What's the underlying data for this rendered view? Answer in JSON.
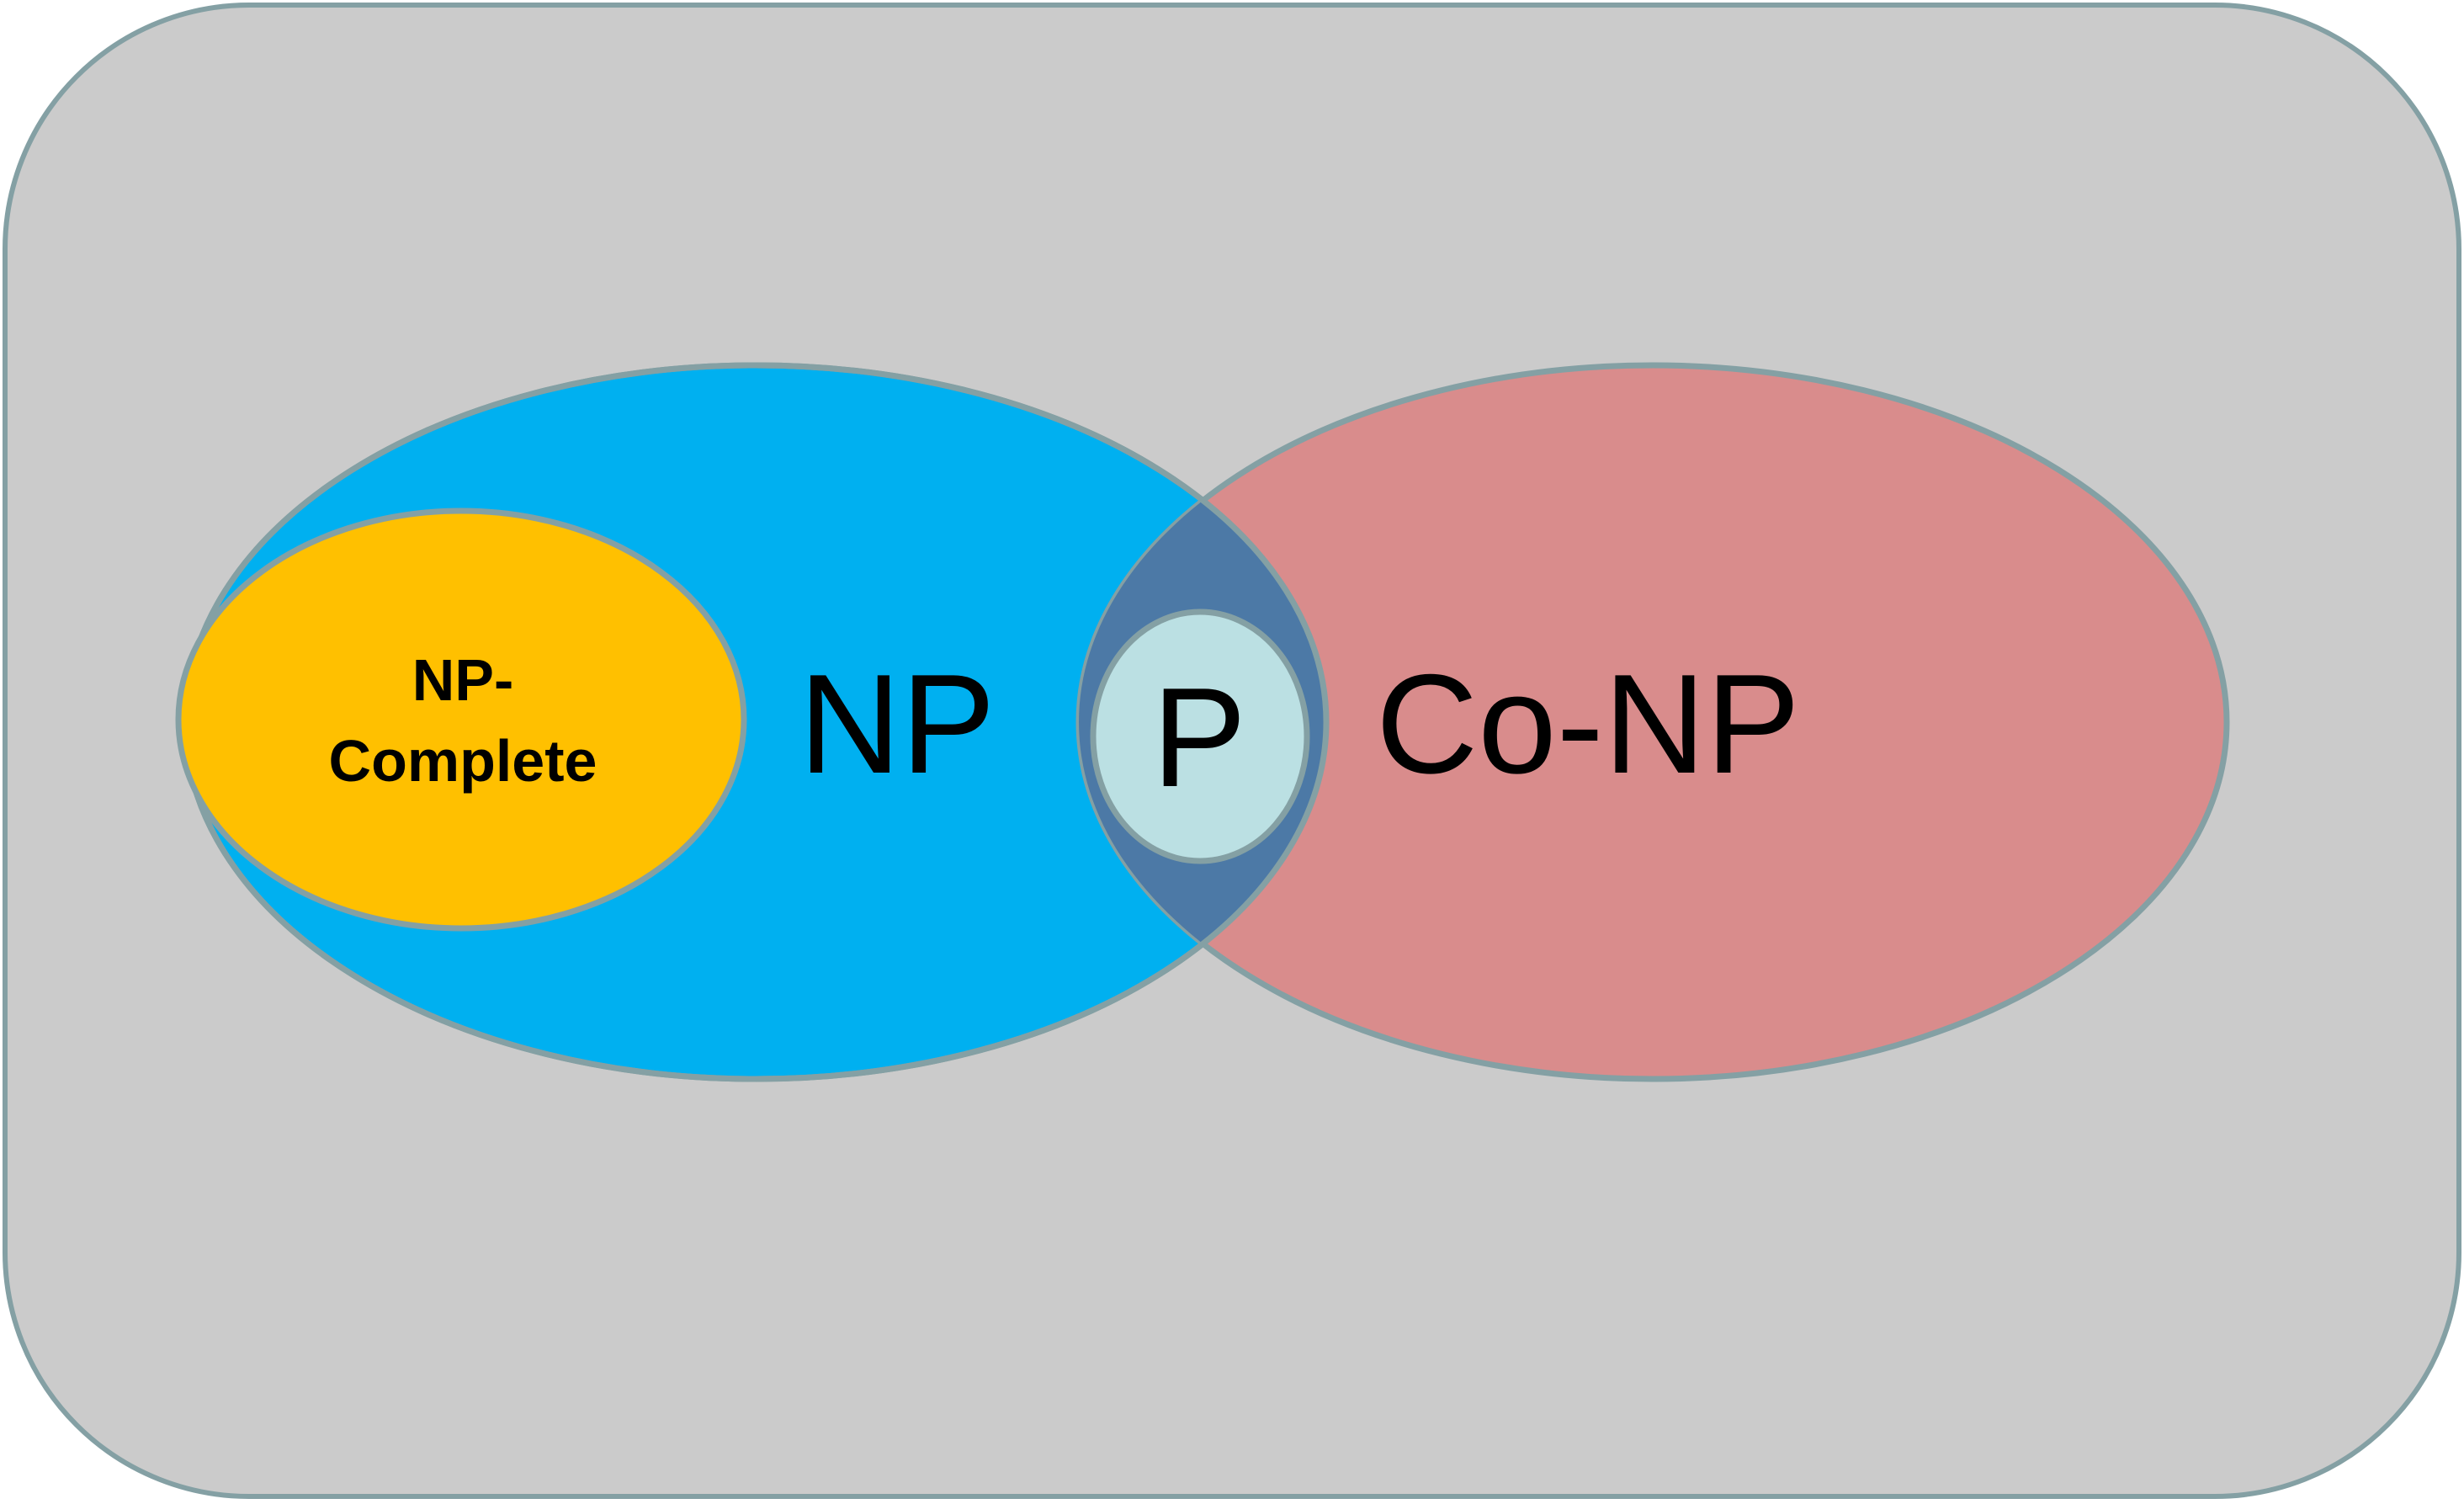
{
  "diagram": {
    "type": "venn",
    "sets": {
      "np": {
        "label": "NP",
        "color": "#00B0F0"
      },
      "co_np": {
        "label": "Co-NP",
        "color": "#D98C8C"
      },
      "np_complete": {
        "label_line1": "NP-",
        "label_line2": "Complete",
        "color": "#FFC000"
      },
      "p": {
        "label": "P",
        "color": "#BBE0E3"
      }
    },
    "colors": {
      "background": "#CBCBCB",
      "outline": "#84A0A4",
      "intersection": "#4C79A6"
    }
  }
}
